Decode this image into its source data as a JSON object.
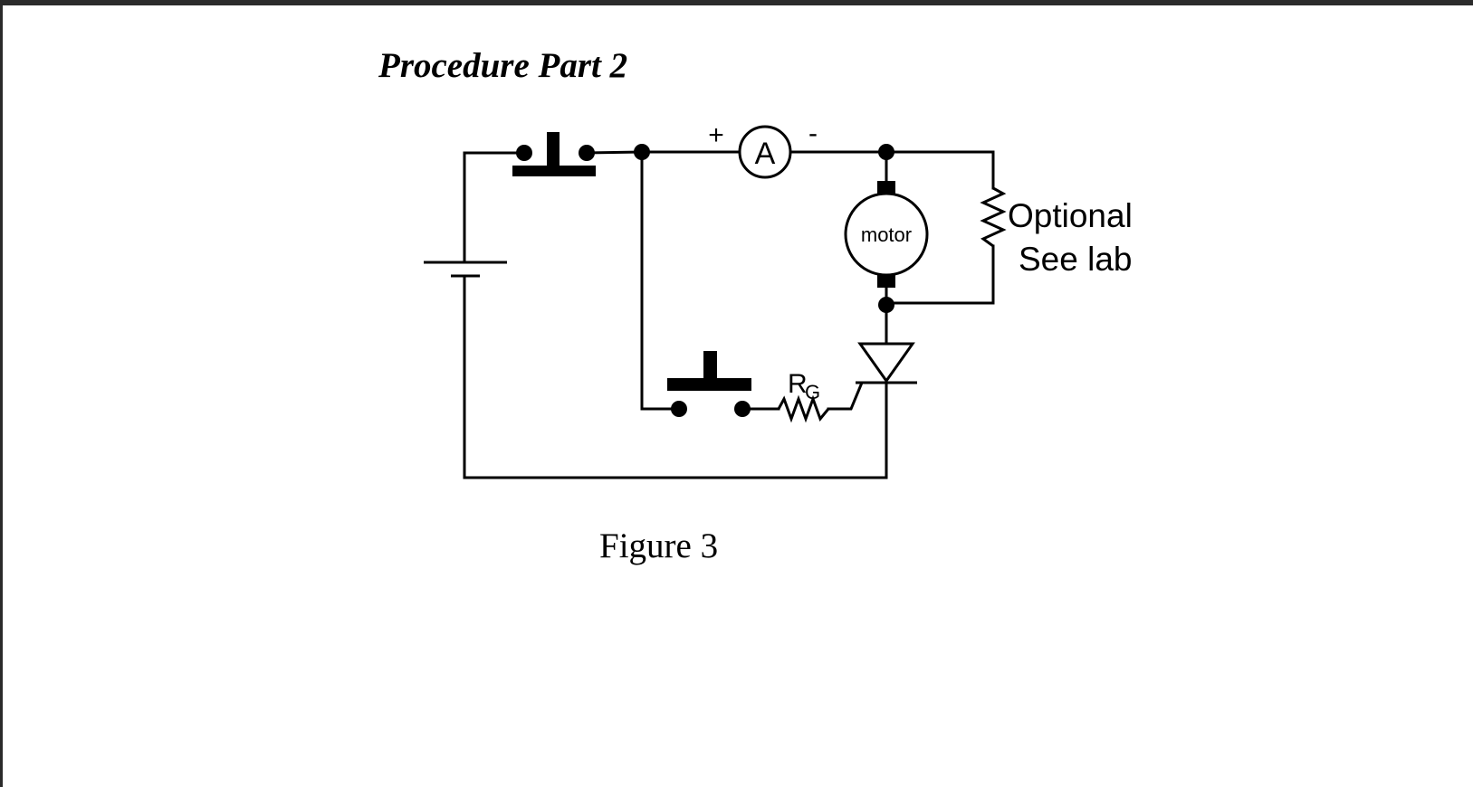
{
  "document": {
    "heading": "Procedure Part 2",
    "caption": "Figure 3"
  },
  "diagram": {
    "ammeter_label": "A",
    "ammeter_plus": "+",
    "ammeter_minus": "-",
    "motor_label": "motor",
    "resistor_label_main": "R",
    "resistor_label_sub": "G",
    "optional_line1": "Optional",
    "optional_line2": "See lab"
  },
  "colors": {
    "page_background": "#ffffff",
    "frame": "#2b2b2b",
    "ink": "#000000"
  }
}
